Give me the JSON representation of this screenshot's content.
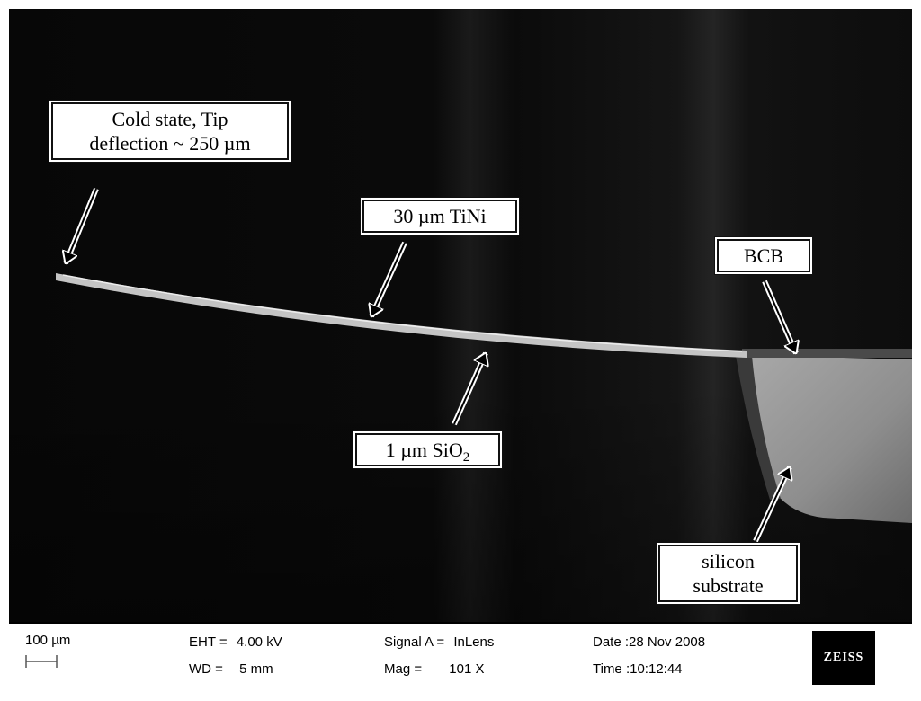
{
  "callouts": {
    "cold_state": [
      "Cold state, Tip",
      "deflection ~ 250 µm"
    ],
    "tini": "30 µm TiNi",
    "bcb": "BCB",
    "sio2_text": "1 µm SiO",
    "sio2_sub": "2",
    "substrate": [
      "silicon",
      "substrate"
    ]
  },
  "databar": {
    "scale_label": "100 µm",
    "eht_label": "EHT =",
    "eht_value": "4.00 kV",
    "wd_label": "WD =",
    "wd_value": "5 mm",
    "signal_label": "Signal A =",
    "signal_value": "InLens",
    "mag_label": "Mag =",
    "mag_value": "101 X",
    "date_label": "Date :",
    "date_value": "28 Nov 2008",
    "time_label": "Time :",
    "time_value": "10:12:44",
    "logo": "ZEISS"
  },
  "colors": {
    "background": "#060606",
    "substrate": "#9a9a9a",
    "beam": "#bdbdbd"
  }
}
